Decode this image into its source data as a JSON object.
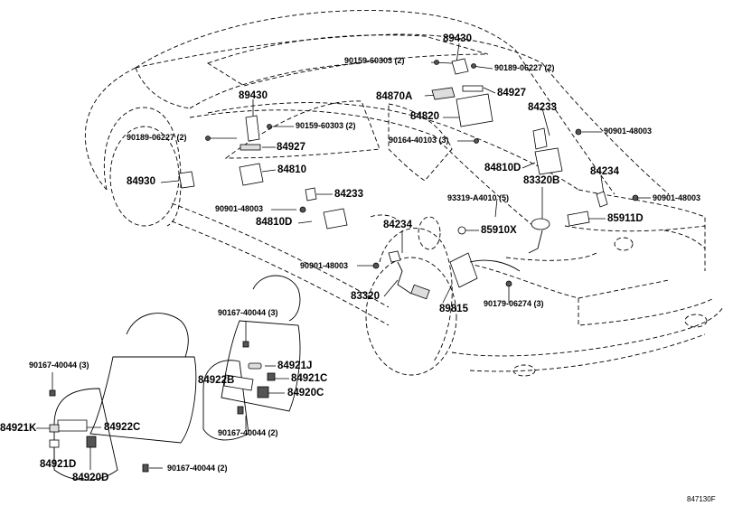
{
  "labels": {
    "p89430_top": "89430",
    "p90159_top": "90159-60303 (2)",
    "p90189_right": "90189-06227 (2)",
    "p84870A": "84870A",
    "p84927_top": "84927",
    "p84820": "84820",
    "p84233_right": "84233",
    "p90901_r1": "90901-48003",
    "p90164": "90164-40103 (3)",
    "p84810D_right": "84810D",
    "p83320B": "83320B",
    "p84234_right": "84234",
    "p93319": "93319-A4010 (5)",
    "p90901_r2": "90901-48003",
    "p85911D": "85911D",
    "p85910X": "85910X",
    "p89430_left": "89430",
    "p90159_left": "90159-60303 (2)",
    "p90189_left": "90189-06227 (2)",
    "p84927_left": "84927",
    "p84930": "84930",
    "p84810": "84810",
    "p84233_left": "84233",
    "p90901_l": "90901-48003",
    "p84810D_left": "84810D",
    "p84234_left": "84234",
    "p90901_mid": "90901-48003",
    "p83320": "83320",
    "p89815": "89815",
    "p90179": "90179-06274 (3)",
    "p90167_a": "90167-40044 (3)",
    "p90167_b": "90167-40044 (3)",
    "p84921J": "84921J",
    "p84922B": "84922B",
    "p84921C": "84921C",
    "p84920C": "84920C",
    "p84921K": "84921K",
    "p84922C": "84922C",
    "p90167_c": "90167-40044 (2)",
    "p84921D": "84921D",
    "p84920D": "84920D",
    "p90167_d": "90167-40044 (2)",
    "code": "847130F"
  }
}
